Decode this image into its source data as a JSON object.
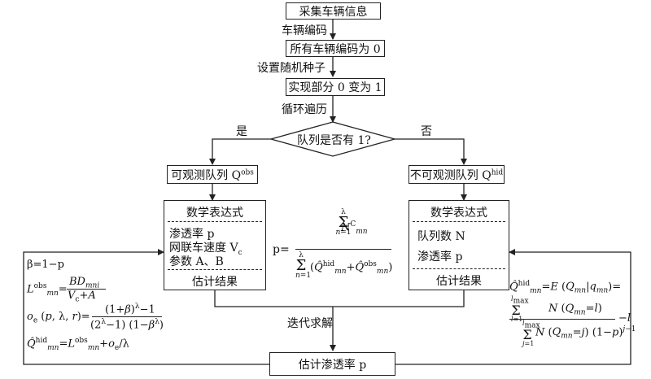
{
  "nodes": {
    "collect": "采集车辆信息",
    "encode_all": "所有车辆编码为 0",
    "partial": "实现部分 0 变为 1",
    "decision": "队列是否有 1?",
    "observable": "可观测队列 Q",
    "observable_sup": "obs",
    "unobservable": "不可观测队列 Q",
    "unobservable_sup": "hid",
    "estimate": "估计渗透率 p"
  },
  "edge_labels": {
    "vehicle_code": "车辆编码",
    "random_seed": "设置随机种子",
    "loop": "循环遍历",
    "yes": "是",
    "no": "否",
    "iterate": "迭代求解"
  },
  "left_box": {
    "title": "数学表达式",
    "line1": "渗透率 p",
    "line2": "网联车速度 V",
    "line2_sub": "c",
    "line3": "参数 A、B",
    "result": "估计结果"
  },
  "right_box": {
    "title": "数学表达式",
    "line1": "队列数 N",
    "line2": "渗透率 p",
    "result": "估计结果"
  },
  "formulas": {
    "beta": "β=1−p",
    "center_lhs": "p=",
    "left_eqs": [
      "L_mn^obs = BD_mni / (V_c + A)",
      "o_e(p, λ, r) = ((1+β)^λ − 1) / ((2^λ − 1)(1 − β^λ))",
      "Q̂_mn^hid = L_mn^obs + o_e/λ"
    ],
    "right_eq": "Q̂_mn^hid = E(Q_mn | q_mn) = Σ_{l=1}^{l_max} l·N(Q_mn=l) / Σ_{j=1}^{l_max} N(Q_mn=j)(1−p)^{j−1} − l",
    "center_eq": "p = Σ_{n=1}^{λ} N_mn^C / Σ_{n=1}^{λ} (Q̂_mn^hid + Q̂_mn^obs)"
  },
  "colors": {
    "line": "#222222",
    "background": "#ffffff"
  }
}
